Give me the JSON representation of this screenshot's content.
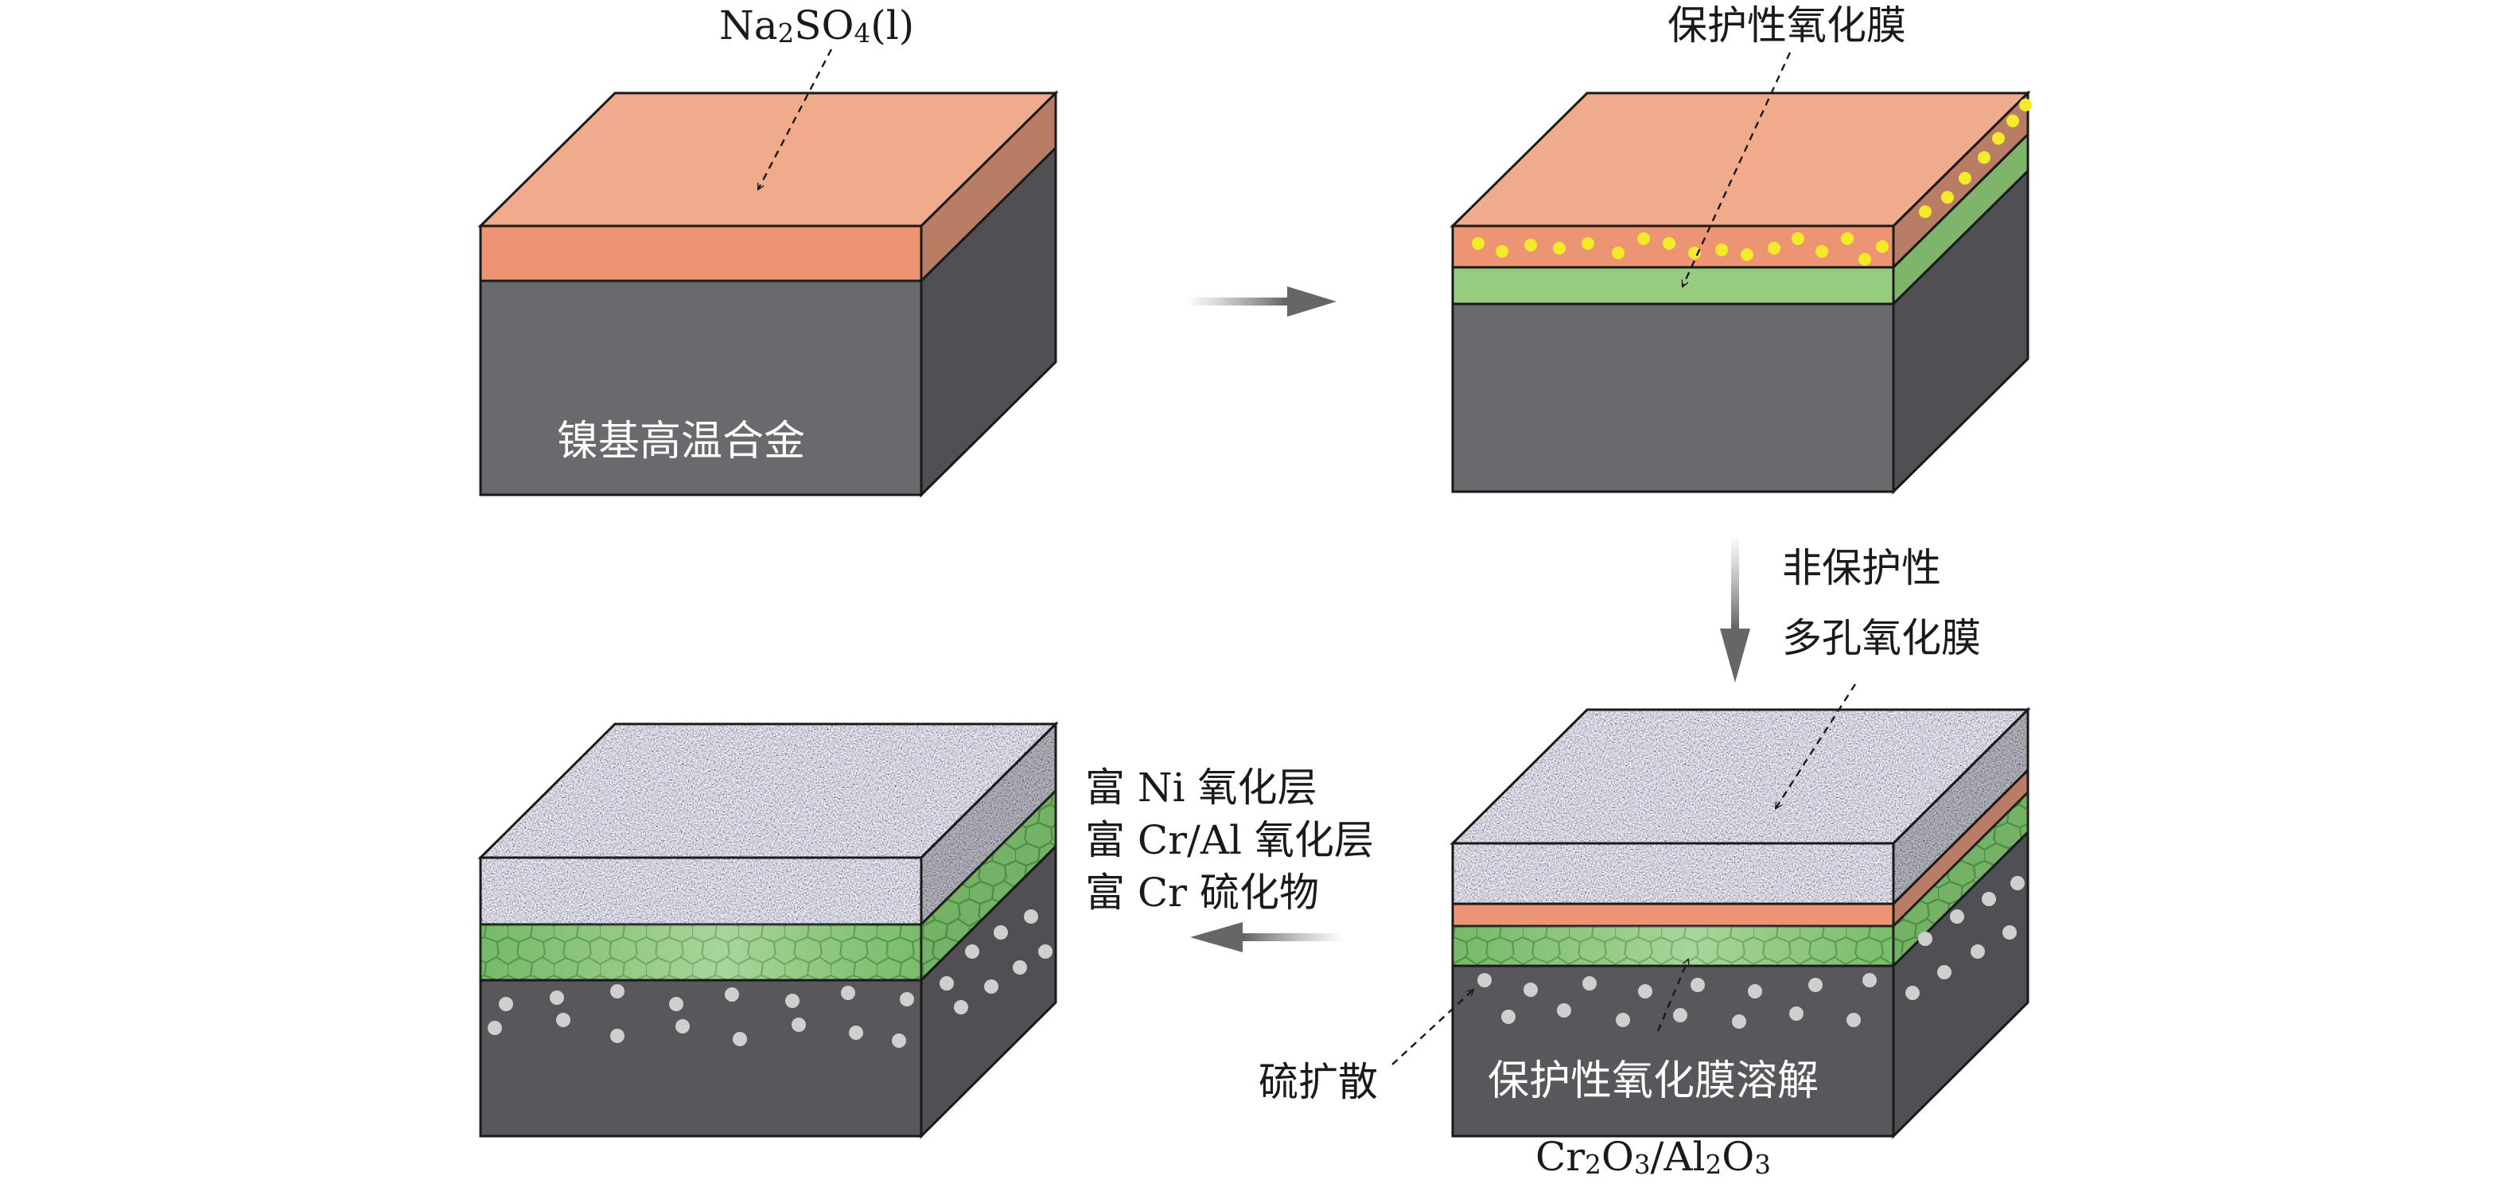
{
  "colors": {
    "salt_top": "#f0aa8c",
    "salt_front": "#ed9572",
    "salt_side": "#b97d66",
    "alloy_front": "#6a696d",
    "alloy_side": "#505054",
    "alloy_dark": "#58575b",
    "green_oxide": "#96cc80",
    "green_oxide_side": "#7fb56b",
    "sulfide_dot": "#cfcfcf",
    "particle_yellow": "#f3ea2a",
    "arrow_gray": "#666666",
    "outline": "#1a1a1a"
  },
  "labels": {
    "na2so4": {
      "main1": "Na",
      "sub1": "2",
      "main2": "SO",
      "sub2": "4",
      "main3": "(l)"
    },
    "nickel_alloy": "镍基高温合金",
    "protective_film": "保护性氧化膜",
    "non_protective_line1": "非保护性",
    "non_protective_line2": "多孔氧化膜",
    "ni_rich_oxide": "富 Ni 氧化层",
    "cral_rich_oxide": "富 Cr/Al 氧化层",
    "cr_rich_sulfide": "富 Cr 硫化物",
    "sulfur_diffusion": "硫扩散",
    "film_dissolution": "保护性氧化膜溶解",
    "cr2o3_al2o3": {
      "p1": "Cr",
      "s1": "2",
      "p2": "O",
      "s2": "3",
      "p3": "/Al",
      "s3": "2",
      "p4": "O",
      "s4": "3"
    }
  },
  "icons": [
    "arrow-right-icon",
    "arrow-down-icon",
    "arrow-left-icon"
  ]
}
